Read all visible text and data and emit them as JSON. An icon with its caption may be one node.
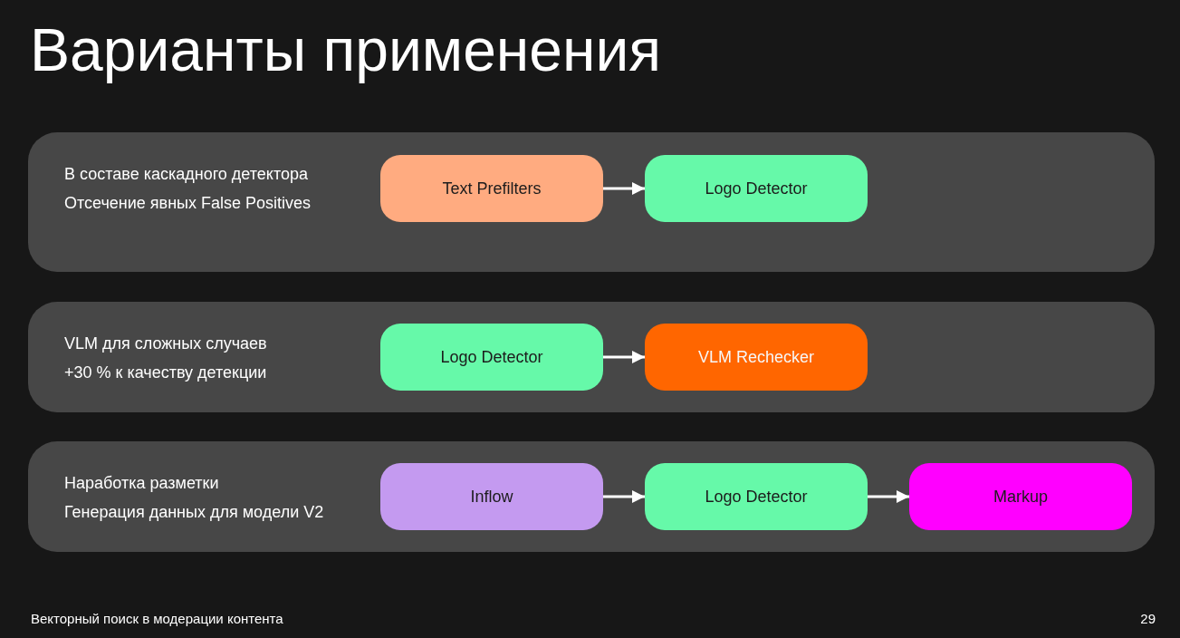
{
  "diagram": {
    "title": "Варианты применения",
    "nodes": [
      {
        "text": [
          "В составе каскадного детектора",
          "Отсечение явных False Positives"
        ]
      },
      {
        "text": [
          "Text Prefilters"
        ],
        "in": 0
      },
      {
        "text": [
          "Logo Detector"
        ],
        "in": 0
      },
      {
        "text": [
          "VLM для сложных случаев",
          "+30 % к качеству детекции"
        ]
      },
      {
        "text": [
          "Logo Detector"
        ],
        "in": 3
      },
      {
        "text": [
          "VLM Rechecker"
        ],
        "in": 3
      },
      {
        "text": [
          "Наработка разметки",
          "Генерация данных для модели V2"
        ]
      },
      {
        "text": [
          "Inflow"
        ],
        "in": 6
      },
      {
        "text": [
          "Logo Detector"
        ],
        "in": 6
      },
      {
        "text": [
          "Markup"
        ],
        "in": 6
      }
    ],
    "edges": [
      {
        "from": 1,
        "to": 2,
        "arrow": "to"
      },
      {
        "from": 4,
        "to": 5,
        "arrow": "to"
      },
      {
        "from": 7,
        "to": 8,
        "arrow": "to"
      },
      {
        "from": 8,
        "to": 9,
        "arrow": "to"
      }
    ],
    "labels": [
      "Векторный поиск в модерации контента",
      "29"
    ]
  }
}
